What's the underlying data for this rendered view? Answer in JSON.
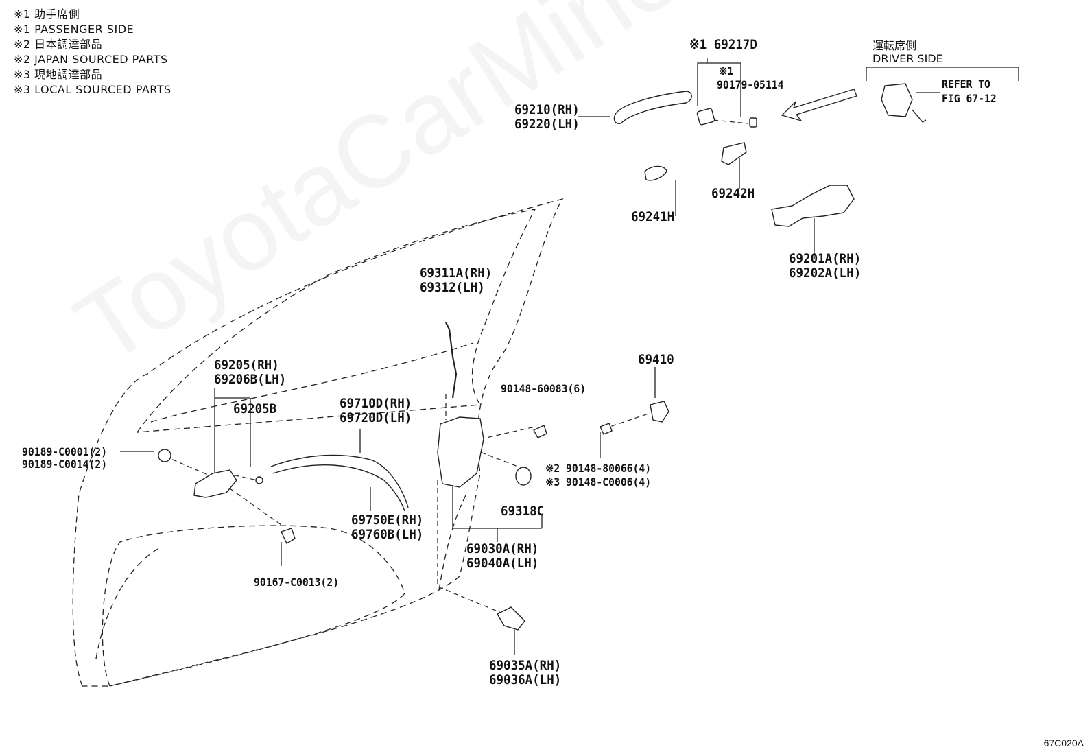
{
  "legend": [
    "※1 助手席側",
    "※1 PASSENGER SIDE",
    "※2 日本調達部品",
    "※2 JAPAN SOURCED PARTS",
    "※3 現地調達部品",
    "※3 LOCAL SOURCED PARTS"
  ],
  "driver_side": {
    "jp": "運転席側",
    "en": "DRIVER SIDE",
    "refer": [
      "REFER TO",
      "FIG 67-12"
    ]
  },
  "parts": {
    "p69217d": "※1 69217D",
    "p90179": [
      "※1",
      "90179-05114"
    ],
    "p69210": [
      "69210(RH)",
      "69220(LH)"
    ],
    "p69242h": "69242H",
    "p69241h": "69241H",
    "p69201a": [
      "69201A(RH)",
      "69202A(LH)"
    ],
    "p69311a": [
      "69311A(RH)",
      "69312(LH)"
    ],
    "p69205": [
      "69205(RH)",
      "69206B(LH)"
    ],
    "p69205b": "69205B",
    "p69710d": [
      "69710D(RH)",
      "69720D(LH)"
    ],
    "p90148_60083": "90148-60083(6)",
    "p69410": "69410",
    "p90189": [
      "90189-C0001(2)",
      "90189-C0014(2)"
    ],
    "p90148_80066": [
      "※2 90148-80066(4)",
      "※3 90148-C0006(4)"
    ],
    "p69318c": "69318C",
    "p69750e": [
      "69750E(RH)",
      "69760B(LH)"
    ],
    "p69030a": [
      "69030A(RH)",
      "69040A(LH)"
    ],
    "p90167": "90167-C0013(2)",
    "p69035a": [
      "69035A(RH)",
      "69036A(LH)"
    ]
  },
  "watermark": "ToyotaCarMine.ru",
  "figure_code": "67C020A"
}
